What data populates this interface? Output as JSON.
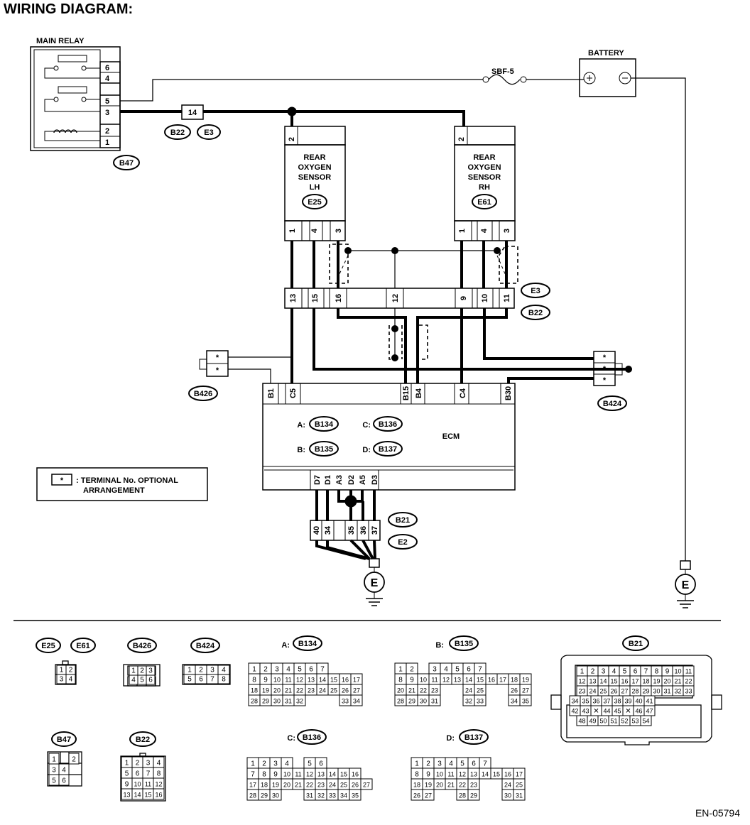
{
  "title": "WIRING DIAGRAM:",
  "doc_code": "EN-05794",
  "main_relay": {
    "label": "MAIN RELAY",
    "pins": [
      "6",
      "4",
      "5",
      "3",
      "2",
      "1"
    ],
    "connector": "B47"
  },
  "fuse": {
    "label": "SBF-5"
  },
  "battery": {
    "label": "BATTERY",
    "plus": "⊕",
    "minus": "⊖"
  },
  "jc14": {
    "pin": "14",
    "c1": "B22",
    "c2": "E3"
  },
  "sensor_lh": {
    "l1": "REAR",
    "l2": "OXYGEN",
    "l3": "SENSOR",
    "l4": "LH",
    "id": "E25",
    "top_pin": "2",
    "pins": [
      "1",
      "4",
      "3"
    ]
  },
  "sensor_rh": {
    "l1": "REAR",
    "l2": "OXYGEN",
    "l3": "SENSOR",
    "l4": "RH",
    "id": "E61",
    "top_pin": "2",
    "pins": [
      "1",
      "4",
      "3"
    ]
  },
  "joint": {
    "pins": [
      "13",
      "15",
      "16",
      "12",
      "9",
      "10",
      "11"
    ],
    "c1": "E3",
    "c2": "B22"
  },
  "b426": {
    "id": "B426",
    "pins": [
      "*",
      "*"
    ]
  },
  "b424": {
    "id": "B424",
    "pins": [
      "*",
      "*",
      "*"
    ]
  },
  "ecm": {
    "label": "ECM",
    "top_pins": [
      "B1",
      "C5",
      "B15",
      "B4",
      "C4",
      "B30"
    ],
    "bottom_pins": [
      "D7",
      "D1",
      "A3",
      "D2",
      "A5",
      "D3"
    ],
    "conn": [
      {
        "k": "A:",
        "v": "B134"
      },
      {
        "k": "B:",
        "v": "B135"
      },
      {
        "k": "C:",
        "v": "B136"
      },
      {
        "k": "D:",
        "v": "B137"
      }
    ]
  },
  "b21": {
    "pins": [
      "40",
      "34",
      "35",
      "36",
      "37"
    ],
    "c1": "B21",
    "c2": "E2"
  },
  "ground": "E",
  "legend": {
    "star": "*",
    "line1": ": TERMINAL No. OPTIONAL",
    "line2": "ARRANGEMENT"
  },
  "faces": {
    "e25": "E25",
    "e61": "E61",
    "b426": "B426",
    "b424": "B424",
    "a_prefix": "A:",
    "a_id": "B134",
    "b_prefix": "B:",
    "b_id": "B135",
    "c_prefix": "C:",
    "c_id": "B136",
    "d_prefix": "D:",
    "d_id": "B137",
    "b21": "B21",
    "b47": "B47",
    "b22": "B22"
  },
  "pin_grids": {
    "e25": [
      [
        "1",
        "2"
      ],
      [
        "3",
        "4"
      ]
    ],
    "b426": [
      [
        "1",
        "2",
        "3"
      ],
      [
        "4",
        "5",
        "6"
      ]
    ],
    "b424": [
      [
        "1",
        "2",
        "3",
        "4"
      ],
      [
        "5",
        "6",
        "7",
        "8"
      ]
    ],
    "b47": [
      [
        "1",
        "",
        "2"
      ],
      [
        "3",
        "4"
      ],
      [
        "5",
        "6"
      ]
    ],
    "b22": [
      [
        "1",
        "2",
        "3",
        "4"
      ],
      [
        "5",
        "6",
        "7",
        "8"
      ],
      [
        "9",
        "10",
        "11",
        "12"
      ],
      [
        "13",
        "14",
        "15",
        "16"
      ]
    ],
    "b134": [
      [
        "1",
        "2",
        "3",
        "4",
        "5",
        "6",
        "7"
      ],
      [
        "8",
        "9",
        "10",
        "11",
        "12",
        "13",
        "14",
        "15",
        "16",
        "17"
      ],
      [
        "18",
        "19",
        "20",
        "21",
        "22",
        "23",
        "24",
        "25",
        "26",
        "27"
      ],
      [
        "28",
        "29",
        "30",
        "31",
        "32",
        "",
        "",
        "",
        "33",
        "34"
      ]
    ],
    "b135": [
      [
        "1",
        "2",
        "",
        "3",
        "4",
        "5",
        "6",
        "7"
      ],
      [
        "8",
        "9",
        "10",
        "11",
        "12",
        "13",
        "14",
        "15",
        "16",
        "17",
        "18",
        "19"
      ],
      [
        "20",
        "21",
        "22",
        "23",
        "",
        "",
        "24",
        "25",
        "",
        "",
        "26",
        "27"
      ],
      [
        "28",
        "29",
        "30",
        "31",
        "",
        "",
        "32",
        "33",
        "",
        "",
        "34",
        "35"
      ]
    ],
    "b136": [
      [
        "1",
        "2",
        "3",
        "4",
        "",
        "5",
        "6"
      ],
      [
        "7",
        "8",
        "9",
        "10",
        "11",
        "12",
        "13",
        "14",
        "15",
        "16"
      ],
      [
        "17",
        "18",
        "19",
        "20",
        "21",
        "22",
        "23",
        "24",
        "25",
        "26",
        "27"
      ],
      [
        "28",
        "29",
        "30",
        "",
        "",
        "31",
        "32",
        "33",
        "34",
        "35"
      ]
    ],
    "b137": [
      [
        "1",
        "2",
        "3",
        "4",
        "5",
        "6",
        "7"
      ],
      [
        "8",
        "9",
        "10",
        "11",
        "12",
        "13",
        "14",
        "15",
        "16",
        "17"
      ],
      [
        "18",
        "19",
        "20",
        "21",
        "22",
        "23",
        "",
        "",
        "24",
        "25"
      ],
      [
        "26",
        "27",
        "",
        "",
        "28",
        "29",
        "",
        "",
        "30",
        "31"
      ]
    ],
    "b21": [
      [
        "1",
        "2",
        "3",
        "4",
        "5",
        "6",
        "7",
        "8",
        "9",
        "10",
        "11"
      ],
      [
        "12",
        "13",
        "14",
        "15",
        "16",
        "17",
        "18",
        "19",
        "20",
        "21",
        "22"
      ],
      [
        "23",
        "24",
        "25",
        "26",
        "27",
        "28",
        "29",
        "30",
        "31",
        "32",
        "33"
      ],
      [
        "34",
        "35",
        "36",
        "37",
        "38",
        "39",
        "40",
        "41"
      ],
      [
        "42",
        "43",
        "✕",
        "44",
        "45",
        "✕",
        "46",
        "47"
      ],
      [
        "48",
        "49",
        "50",
        "51",
        "52",
        "53",
        "54"
      ]
    ]
  }
}
